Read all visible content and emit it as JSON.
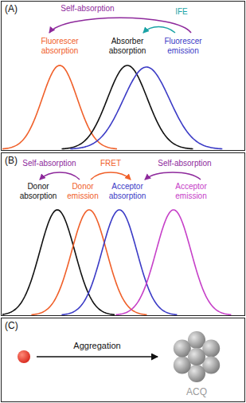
{
  "diagram": {
    "nodes": [
      {
        "text": [
          "(A)"
        ]
      },
      {
        "text": [
          "(B)"
        ]
      },
      {
        "text": [
          "(C)"
        ]
      }
    ],
    "labels": [
      "Self-absorption",
      "IFE",
      "Fluorescer absorption",
      "Absorber absorption",
      "Fluorescer emission",
      "Self-absorption",
      "FRET",
      "Self-absorption",
      "Donor absorption",
      "Donor emission",
      "Acceptor absorption",
      "Acceptor emission",
      "Aggregation",
      "ACQ"
    ]
  }
}
